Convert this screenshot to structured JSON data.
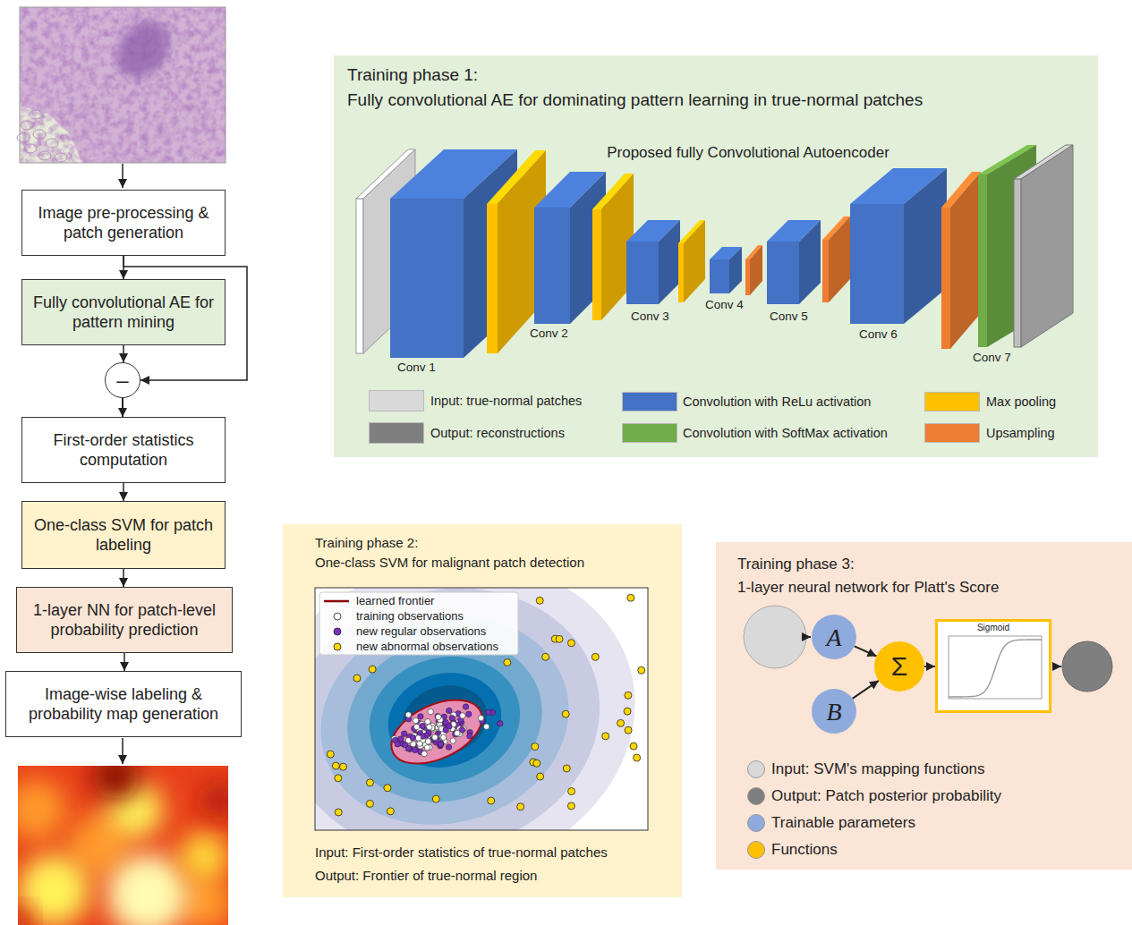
{
  "diagram": {
    "nodes": [
      {
        "text": [
          "Image pre-processing & patch generation"
        ]
      },
      {
        "text": [
          "Fully convolutional AE for pattern mining"
        ]
      },
      {
        "text": [
          "–"
        ]
      },
      {
        "text": [
          "First-order statistics computation"
        ]
      },
      {
        "text": [
          "One-class SVM for patch labeling"
        ]
      },
      {
        "text": [
          "1-layer NN for patch-level probability prediction"
        ]
      },
      {
        "text": [
          "Image-wise labeling & probability map generation"
        ]
      },
      {
        "text": [
          "Training phase 1:",
          "Fully convolutional AE for dominating pattern learning in true-normal patches"
        ]
      },
      {
        "text": [
          "Training phase 2:",
          "One-class SVM for malignant patch detection",
          "Input: First-order statistics of true-normal patches",
          "Output: Frontier of true-normal region"
        ]
      },
      {
        "text": [
          "Training phase 3:",
          "1-layer neural network for Platt's Score"
        ]
      },
      {
        "text": [
          "A"
        ],
        "in": 9
      },
      {
        "text": [
          "B"
        ],
        "in": 9
      },
      {
        "text": [
          "Σ"
        ],
        "in": 9
      },
      {
        "text": [
          "Sigmoid"
        ],
        "in": 9
      }
    ],
    "edges": [
      {
        "from": 0,
        "to": 1,
        "arrow": "to"
      },
      {
        "from": 1,
        "to": 2,
        "arrow": "to"
      },
      {
        "from": 0,
        "to": 2,
        "arrow": "to"
      },
      {
        "from": 2,
        "to": 3,
        "arrow": "to"
      },
      {
        "from": 3,
        "to": 4,
        "arrow": "to"
      },
      {
        "from": 4,
        "to": 5,
        "arrow": "to"
      },
      {
        "from": 5,
        "to": 6,
        "arrow": "to"
      },
      {
        "from": 10,
        "to": 12,
        "arrow": "to"
      },
      {
        "from": 11,
        "to": 12,
        "arrow": "to"
      },
      {
        "from": 12,
        "to": 13,
        "arrow": "to"
      }
    ],
    "labels": [
      "Proposed fully Convolutional Autoencoder",
      "Conv 1",
      "Conv 2",
      "Conv 3",
      "Conv 4",
      "Conv 5",
      "Conv 6",
      "Conv 7"
    ],
    "legend": [
      {
        "text": "Input: true-normal patches",
        "color": "#d9d9d9"
      },
      {
        "text": "Convolution with ReLu activation",
        "color": "#4472c4"
      },
      {
        "text": "Max pooling",
        "color": "#ffc000"
      },
      {
        "text": "Output: reconstructions",
        "color": "#7f7f7f"
      },
      {
        "text": "Convolution with SoftMax activation",
        "color": "#70ad47"
      },
      {
        "text": "Upsampling",
        "color": "#ed7d31"
      },
      {
        "text": "learned frontier"
      },
      {
        "text": "training observations"
      },
      {
        "text": "new regular observations"
      },
      {
        "text": "new abnormal observations"
      },
      {
        "text": "Input: SVM's mapping functions",
        "color": "#d9d9d9"
      },
      {
        "text": "Output: Patch posterior probability",
        "color": "#7f7f7f"
      },
      {
        "text": "Trainable parameters",
        "color": "#8faadc"
      },
      {
        "text": "Functions",
        "color": "#ffc000"
      }
    ]
  }
}
